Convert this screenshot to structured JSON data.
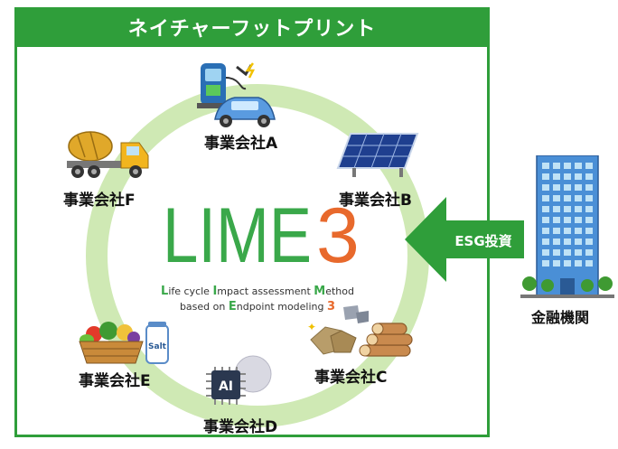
{
  "title": "ネイチャーフットプリント",
  "logo": {
    "text_main": "LIME",
    "text_num": "3",
    "colors": {
      "main": "#3aa84a",
      "num": "#e8692c"
    }
  },
  "subtitle": {
    "line1": [
      {
        "t": "L",
        "h": true
      },
      {
        "t": "ife cycle ",
        "h": false
      },
      {
        "t": "I",
        "h": true
      },
      {
        "t": "mpact assessment ",
        "h": false
      },
      {
        "t": "M",
        "h": true
      },
      {
        "t": "ethod",
        "h": false
      }
    ],
    "line2": [
      {
        "t": "based on ",
        "h": false
      },
      {
        "t": "E",
        "h": true
      },
      {
        "t": "ndpoint modeling ",
        "h": false
      },
      {
        "t": "3",
        "h": "o"
      }
    ]
  },
  "companies": {
    "a": "事業会社A",
    "b": "事業会社B",
    "c": "事業会社C",
    "d": "事業会社D",
    "e": "事業会社E",
    "f": "事業会社F"
  },
  "icons": [
    "ev-charger-car-icon",
    "solar-panel-icon",
    "minerals-logs-icon",
    "ai-chip-icon",
    "vegetables-salt-icon",
    "concrete-mixer-truck-icon",
    "office-building-icon"
  ],
  "salt_text": "Salt",
  "ai_text": "AI",
  "esg": "ESG投資",
  "investor": "金融機関",
  "colors": {
    "frame": "#2f9e3a",
    "ring": "#cfe9b4",
    "arrow": "#2f9e3a"
  }
}
